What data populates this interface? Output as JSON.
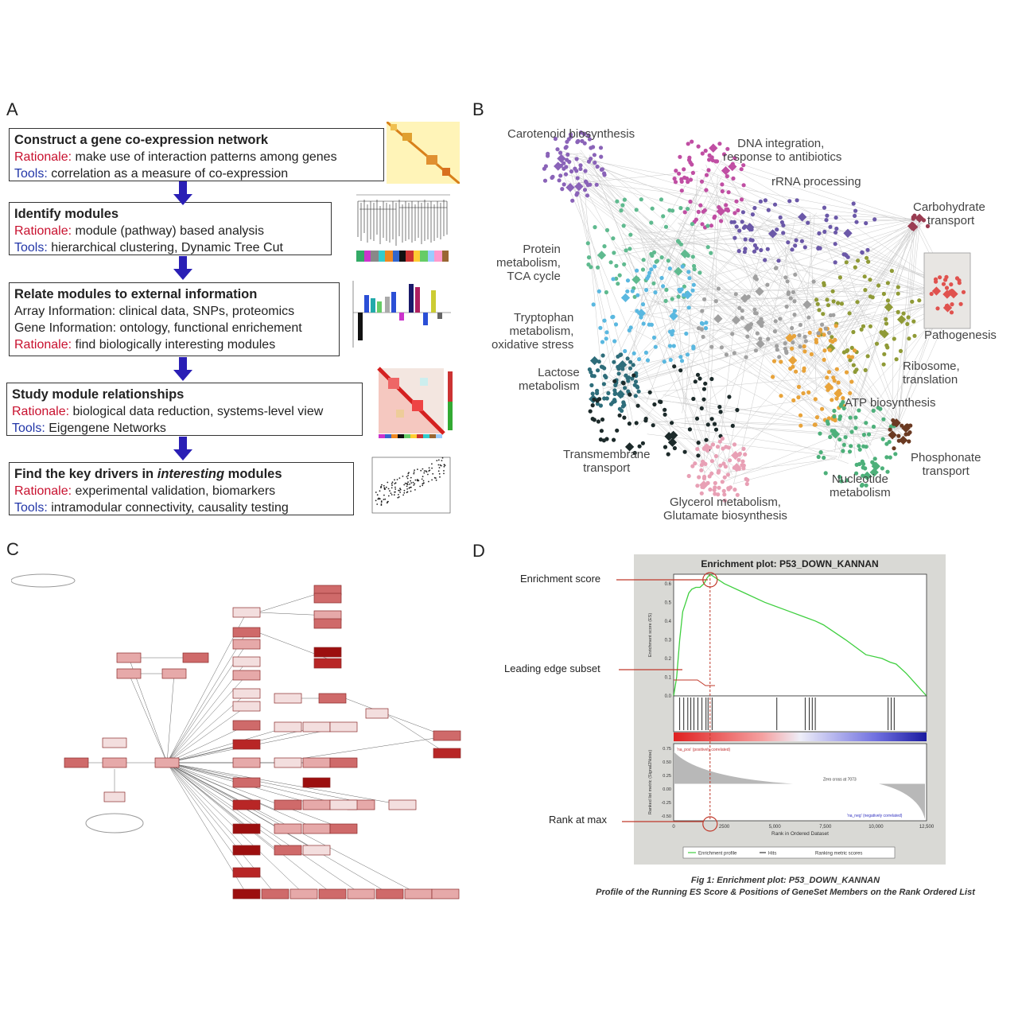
{
  "panels": {
    "a": "A",
    "b": "B",
    "c": "C",
    "d": "D"
  },
  "panel_a": {
    "steps": [
      {
        "title": "Construct a gene co-expression network",
        "rationale_label": "Rationale:",
        "rationale": " make use of interaction patterns among genes",
        "tools_label": "Tools:",
        "tools": " correlation as a measure of co-expression"
      },
      {
        "title": "Identify modules",
        "rationale_label": "Rationale:",
        "rationale": " module (pathway) based analysis",
        "tools_label": "Tools:",
        "tools": " hierarchical clustering, Dynamic Tree Cut"
      },
      {
        "title": "Relate modules to external information",
        "line2": "Array Information: clinical data, SNPs, proteomics",
        "line3": "Gene Information: ontology, functional enrichement",
        "rationale_label": "Rationale:",
        "rationale": " find biologically interesting modules"
      },
      {
        "title": "Study module relationships",
        "rationale_label": "Rationale:",
        "rationale": " biological data reduction, systems-level view",
        "tools_label": "Tools:",
        "tools": " Eigengene Networks"
      },
      {
        "title_pre": "Find the key drivers in ",
        "title_em": "interesting",
        "title_post": " modules",
        "rationale_label": "Rationale:",
        "rationale": " experimental validation, biomarkers",
        "tools_label": "Tools:",
        "tools": " intramodular connectivity, causality testing"
      }
    ],
    "arrow_color": "#2a1fb5"
  },
  "panel_b": {
    "labels": {
      "carotenoid": "Carotenoid biosynthesis",
      "dna": "DNA integration,\n response to antibiotics",
      "rrna": "rRNA processing",
      "carbohydrate": "Carbohydrate\n transport",
      "protein": "Protein\nmetabolism,\nTCA cycle",
      "tryptophan": "Tryptophan\nmetabolism,\noxidative stress",
      "pathogenesis": "Pathogenesis",
      "ribosome": "Ribosome,\ntranslation",
      "lactose": "Lactose\nmetabolism",
      "atp": "ATP biosynthesis",
      "transmembrane": "Transmembrane\ntransport",
      "phosphonate": "Phosphonate\ntransport",
      "nucleotide": "Nucleotide\nmetabolism",
      "glycerol": "Glycerol metabolism,\nGlutamate biosynthesis"
    },
    "module_colors": {
      "carotenoid": "#8a63b8",
      "dna": "#c04ea3",
      "rrna": "#6b58a8",
      "carbohydrate": "#9a3d52",
      "protein": "#5fba8f",
      "tryptophan": "#5ab8e0",
      "pathogenesis": "#e0524e",
      "ribosome": "#8f9a36",
      "lactose": "#2e6d7a",
      "atp": "#e8a33a",
      "transmembrane": "#1c2a2a",
      "nucleotide": "#4db07a",
      "glycerol": "#e8a0b5",
      "phosphonate": "#6b3a22",
      "gray": "#a0a0a0"
    }
  },
  "panel_c": {
    "node_colors": [
      "#f3dede",
      "#e6a9a9",
      "#cf6a6a",
      "#b82626",
      "#9c0f0f"
    ]
  },
  "panel_d": {
    "title": "Enrichment plot: P53_DOWN_KANNAN",
    "annotations": {
      "es": "Enrichment score",
      "les": "Leading edge subset",
      "rank": "Rank at max"
    },
    "y_axis_top": "Enrichment score (ES)",
    "y_axis_bottom": "Ranked list metric (Signal2Noise)",
    "x_axis": "Rank in Ordered Dataset",
    "pos_label": "'na_pos' (positively correlated)",
    "neg_label": "'na_neg' (negatively correlated)",
    "zero_label": "Zero cross at 7073",
    "legend": [
      "Enrichment profile",
      "Hits",
      "Ranking metric scores"
    ],
    "caption_line1": "Fig 1: Enrichment plot: P53_DOWN_KANNAN",
    "caption_line2": "Profile of the Running ES Score & Positions of GeneSet Members on the Rank Ordered List"
  },
  "chart_data": {
    "type": "line",
    "title": "Enrichment plot: P53_DOWN_KANNAN",
    "xlabel": "Rank in Ordered Dataset",
    "ylabel": "Enrichment score (ES)",
    "xlim": [
      0,
      12500
    ],
    "ylim": [
      0,
      0.65
    ],
    "x_ticks": [
      "0",
      "2500",
      "5,000",
      "7,500",
      "10,000",
      "12,500"
    ],
    "y_ticks": [
      "0.0",
      "0.1",
      "0.2",
      "0.3",
      "0.4",
      "0.5",
      "0.6"
    ],
    "metric_ticks": [
      "0.75",
      "0.50",
      "0.25",
      "0.00",
      "-0.25",
      "-0.50"
    ],
    "series": [
      {
        "name": "Enrichment profile",
        "x": [
          0,
          150,
          300,
          450,
          600,
          750,
          900,
          1100,
          1300,
          1500,
          1650,
          1800,
          2500,
          3500,
          4500,
          5500,
          6500,
          7000,
          7400,
          8500,
          9500,
          10300,
          10700,
          11000,
          11500,
          12000,
          12500
        ],
        "y": [
          0.0,
          0.1,
          0.3,
          0.45,
          0.5,
          0.55,
          0.57,
          0.58,
          0.58,
          0.6,
          0.63,
          0.65,
          0.6,
          0.55,
          0.5,
          0.46,
          0.42,
          0.4,
          0.38,
          0.3,
          0.22,
          0.2,
          0.18,
          0.17,
          0.12,
          0.06,
          0.0
        ]
      }
    ],
    "hits": [
      300,
      500,
      700,
      850,
      1000,
      1200,
      1400,
      1600,
      1700,
      1900,
      5100,
      6500,
      6700,
      6850,
      7000,
      10600,
      10750,
      10900
    ]
  }
}
